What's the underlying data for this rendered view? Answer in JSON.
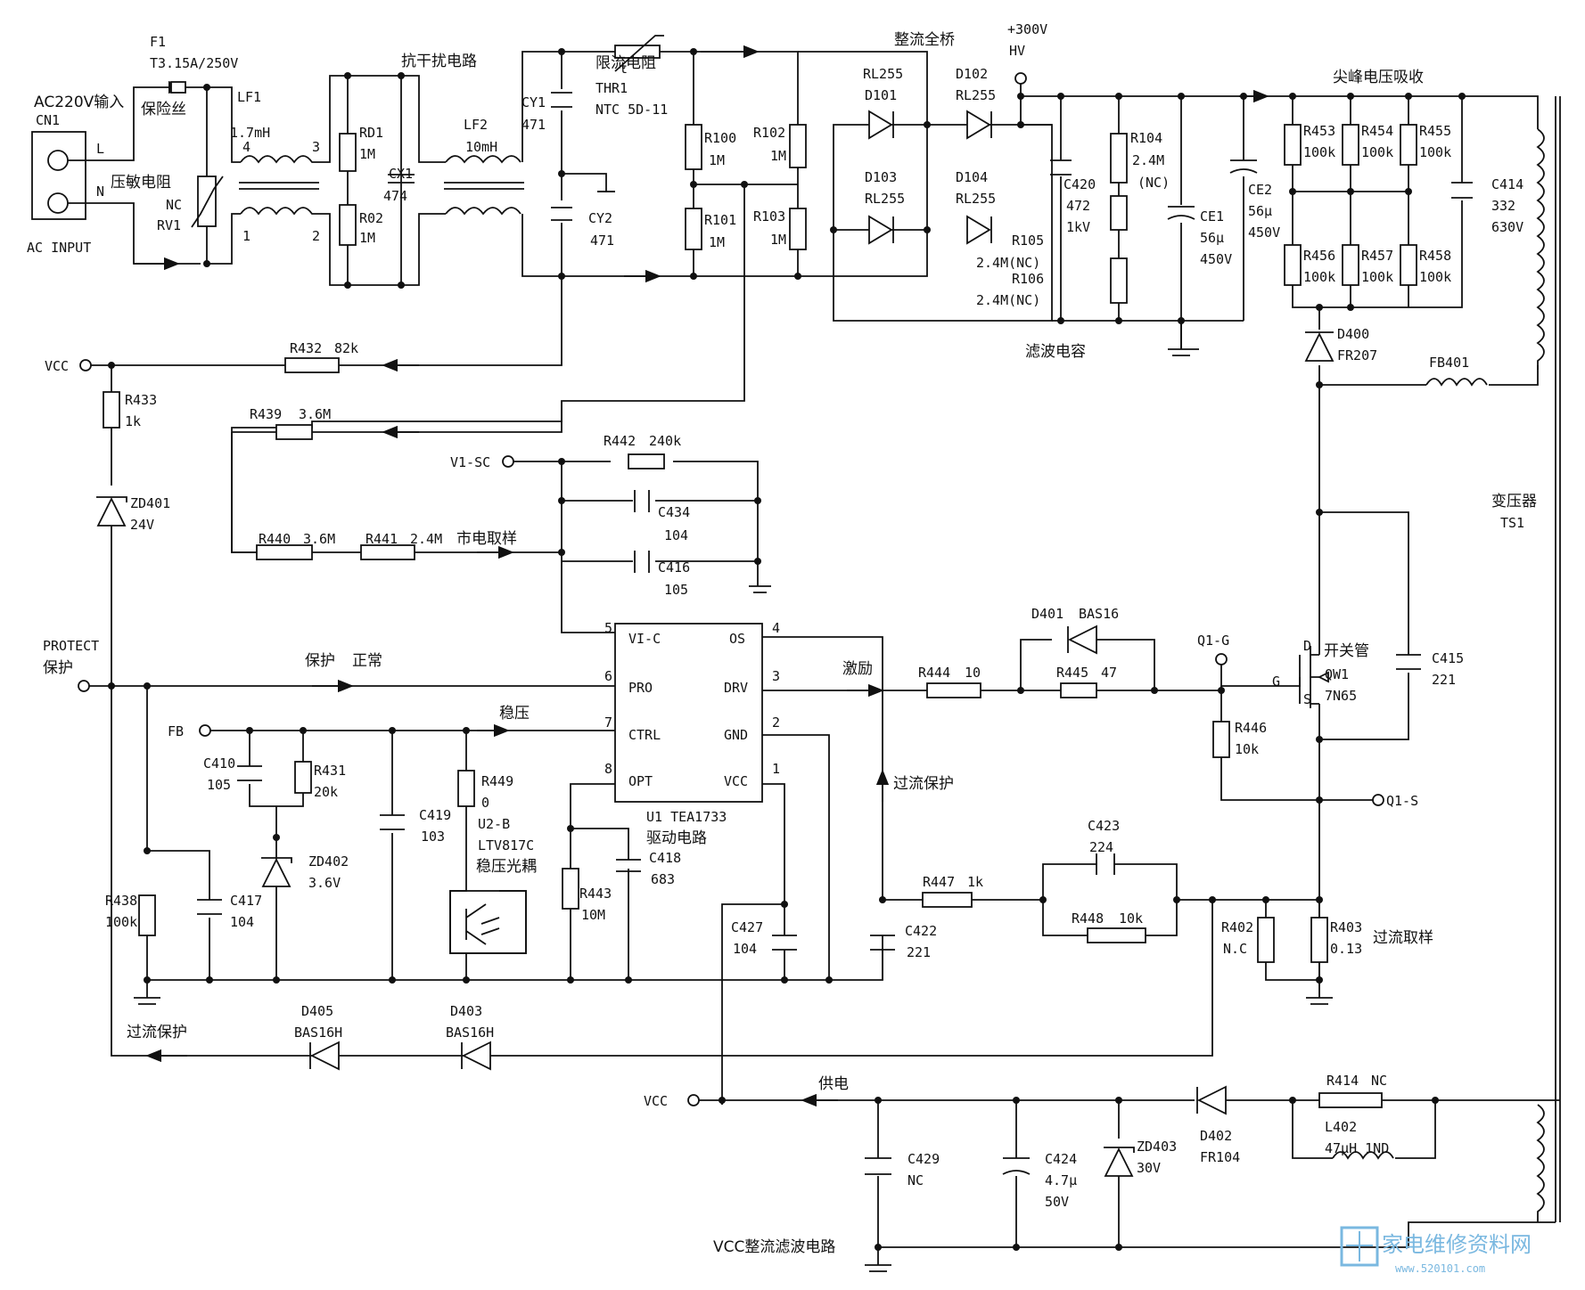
{
  "labels": {
    "ac_in": "AC220V输入",
    "cn1": "CN1",
    "L": "L",
    "N": "N",
    "ac_input": "AC INPUT",
    "f1": "F1",
    "f1_val": "T3.15A/250V",
    "fuse": "保险丝",
    "varistor": "压敏电阻",
    "nc": "NC",
    "rv1": "RV1",
    "lf1": "LF1",
    "lf1_val": "1.7mH",
    "p4": "4",
    "p3": "3",
    "p1": "1",
    "p2": "2",
    "emi": "抗干扰电路",
    "rd1": "RD1",
    "rd1_val": "1M",
    "r02": "R02",
    "r02_val": "1M",
    "cx1": "CX1",
    "cx1_val": "474",
    "lf2": "LF2",
    "lf2_val": "10mH",
    "cy1": "CY1",
    "cy1_val": "471",
    "cy2": "CY2",
    "cy2_val": "471",
    "inrush": "限流电阻",
    "thr1": "THR1",
    "thr1_val": "NTC 5D-11",
    "t": "t",
    "r100": "R100",
    "r100_val": "1M",
    "r101": "R101",
    "r101_val": "1M",
    "r102": "R102",
    "r102_val": "1M",
    "r103": "R103",
    "r103_val": "1M",
    "bridge": "整流全桥",
    "rl255a": "RL255",
    "d101": "D101",
    "d102": "D102",
    "rl255b": "RL255",
    "d103": "D103",
    "rl255c": "RL255",
    "d104": "D104",
    "rl255d": "RL255",
    "v300": "+300V",
    "hv": "HV",
    "c420": "C420",
    "c420_a": "472",
    "c420_b": "1kV",
    "r104": "R104",
    "r104_val": "2.4M",
    "r104_nc": "(NC)",
    "r105": "R105",
    "r105_val": "2.4M(NC)",
    "r106": "R106",
    "r106_val": "2.4M(NC)",
    "ce1": "CE1",
    "ce1_a": "56μ",
    "ce1_b": "450V",
    "ce2": "CE2",
    "ce2_a": "56μ",
    "ce2_b": "450V",
    "filter_cap": "滤波电容",
    "snubber": "尖峰电压吸收",
    "r453": "R453",
    "r453_val": "100k",
    "r454": "R454",
    "r454_val": "100k",
    "r455": "R455",
    "r455_val": "100k",
    "r456": "R456",
    "r456_val": "100k",
    "r457": "R457",
    "r457_val": "100k",
    "r458": "R458",
    "r458_val": "100k",
    "c414": "C414",
    "c414_a": "332",
    "c414_b": "630V",
    "d400": "D400",
    "d400_val": "FR207",
    "fb401": "FB401",
    "transformer": "变压器",
    "ts1": "TS1",
    "vcc": "VCC",
    "r432": "R432",
    "r432_val": "82k",
    "r433": "R433",
    "r433_val": "1k",
    "zd401": "ZD401",
    "zd401_val": "24V",
    "r439": "R439",
    "r439_val": "3.6M",
    "v1sc": "V1-SC",
    "r442": "R442",
    "r442_val": "240k",
    "c434": "C434",
    "c434_val": "104",
    "c416": "C416",
    "c416_val": "105",
    "r440": "R440",
    "r440_val": "3.6M",
    "r441": "R441",
    "r441_val": "2.4M",
    "mains_sample": "市电取样",
    "protect": "PROTECT",
    "protect_cn": "保护",
    "prot_normal_a": "保护",
    "prot_normal_b": "正常",
    "pin5": "5",
    "pin6": "6",
    "pin7": "7",
    "pin8": "8",
    "pin4": "4",
    "pin3": "3",
    "pin2": "2",
    "pin1": "1",
    "vic": "VI-C",
    "pro": "PRO",
    "ctrl": "CTRL",
    "opt": "OPT",
    "os": "OS",
    "drv": "DRV",
    "gnd": "GND",
    "vcc_pin": "VCC",
    "u1": "U1 TEA1733",
    "driver": "驱动电路",
    "excite": "激励",
    "r444": "R444",
    "r444_val": "10",
    "d401": "D401",
    "d401_val": "BAS16",
    "r445": "R445",
    "r445_val": "47",
    "q1g": "Q1-G",
    "g": "G",
    "d": "D",
    "s": "S",
    "sw": "开关管",
    "qw1": "QW1",
    "qw1_val": "7N65",
    "c415": "C415",
    "c415_val": "221",
    "r446": "R446",
    "r446_val": "10k",
    "q1s": "Q1-S",
    "fb": "FB",
    "regulate": "稳压",
    "c410": "C410",
    "c410_val": "105",
    "r431": "R431",
    "r431_val": "20k",
    "zd402": "ZD402",
    "zd402_val": "3.6V",
    "c419": "C419",
    "c419_val": "103",
    "r449": "R449",
    "r449_val": "0",
    "u2b": "U2-B",
    "ltv": "LTV817C",
    "optocoupler": "稳压光耦",
    "r438": "R438",
    "r438_val": "100k",
    "c417": "C417",
    "c417_val": "104",
    "r443": "R443",
    "r443_val": "10M",
    "c418": "C418",
    "c418_val": "683",
    "c427": "C427",
    "c427_val": "104",
    "ocp_label": "过流保护",
    "c423": "C423",
    "c423_val": "224",
    "r447": "R447",
    "r447_val": "1k",
    "r448": "R448",
    "r448_val": "10k",
    "c422": "C422",
    "c422_val": "221",
    "r402": "R402",
    "r402_val": "N.C",
    "r403": "R403",
    "r403_val": "0.13",
    "oc_sample": "过流取样",
    "d405": "D405",
    "d405_val": "BAS16H",
    "d403": "D403",
    "d403_val": "BAS16H",
    "ocp_bottom": "过流保护",
    "vcc2": "VCC",
    "supply": "供电",
    "c429": "C429",
    "c429_val": "NC",
    "c424": "C424",
    "c424_a": "4.7μ",
    "c424_b": "50V",
    "zd403": "ZD403",
    "zd403_val": "30V",
    "d402": "D402",
    "d402_val": "FR104",
    "r414": "R414",
    "r414_val": "NC",
    "l402": "L402",
    "l402_val": "47μH 1ND",
    "vcc_filter": "VCC整流滤波电路",
    "watermark": "家电维修资料网",
    "watermark_url": "www.520101.com"
  },
  "colors": {
    "ink": "#111111",
    "watermark": "#7ab8e0"
  }
}
